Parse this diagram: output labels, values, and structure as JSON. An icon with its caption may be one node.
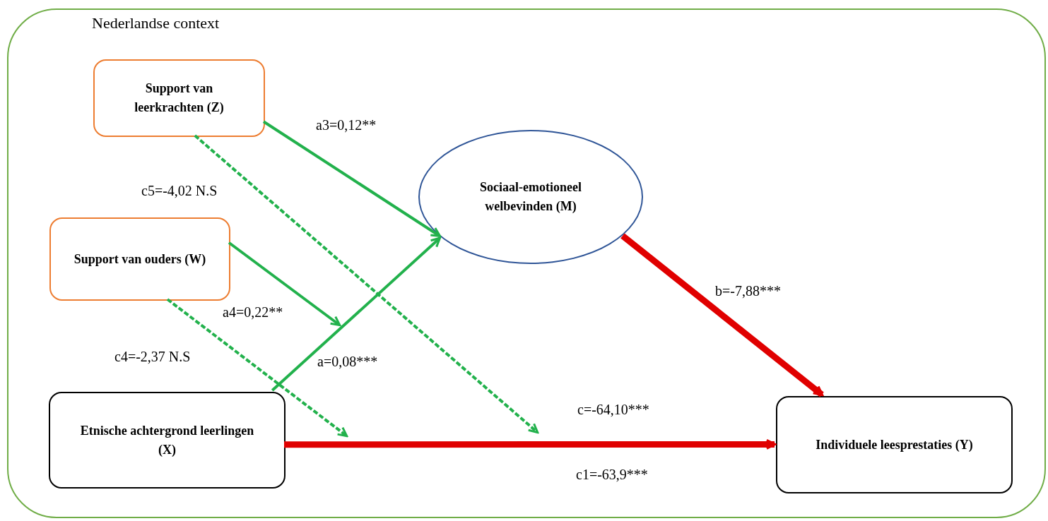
{
  "diagram": {
    "nodes": [
      {
        "text": [
          "Nederlandse context"
        ]
      },
      {
        "text": [
          "Support van leerkrachten (Z)"
        ],
        "in": 0
      },
      {
        "text": [
          "Support van ouders (W)"
        ],
        "in": 0
      },
      {
        "text": [
          "Sociaal-emotioneel welbevinden (M)"
        ],
        "in": 0
      },
      {
        "text": [
          "Etnische achtergrond leerlingen (X)"
        ],
        "in": 0
      },
      {
        "text": [
          "Individuele leesprestaties (Y)"
        ],
        "in": 0
      }
    ],
    "edges": [
      {
        "from": 1,
        "to": 3,
        "arrow": "to",
        "label": "a3=0,12**"
      },
      {
        "from": 1,
        "to": null,
        "arrow": "to",
        "label": "c5=-4,02 N.S",
        "style": "dashed"
      },
      {
        "from": 2,
        "to": null,
        "arrow": "to",
        "label": "a4=0,22**"
      },
      {
        "from": 2,
        "to": null,
        "arrow": "to",
        "label": "c4=-2,37 N.S",
        "style": "dashed"
      },
      {
        "from": 4,
        "to": 3,
        "arrow": "to",
        "label": "a=0,08***"
      },
      {
        "from": 3,
        "to": 5,
        "arrow": "to",
        "label": "b=-7,88***",
        "style": "thick",
        "color": "#e00000"
      },
      {
        "from": 4,
        "to": 5,
        "arrow": "to",
        "label": "c=-64,10***",
        "style": "thick",
        "color": "#e00000"
      }
    ],
    "labels": [
      "c1=-63,9***"
    ]
  }
}
